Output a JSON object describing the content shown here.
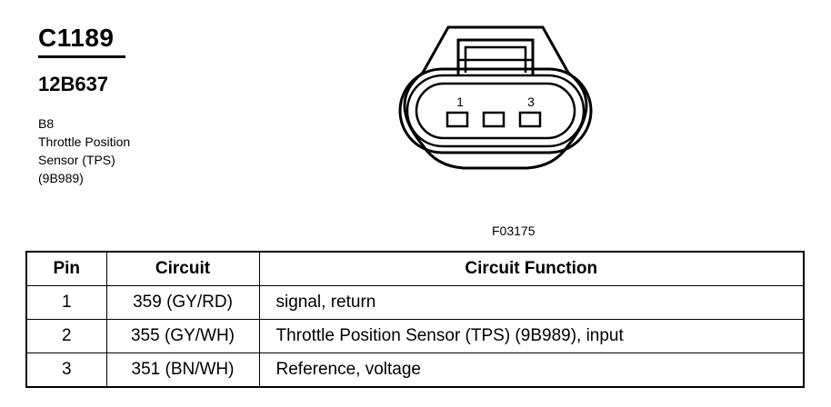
{
  "header": {
    "connector_id": "C1189",
    "part_number": "12B637",
    "description": [
      "B8",
      "Throttle Position",
      "Sensor (TPS)",
      "(9B989)"
    ]
  },
  "connector_view": {
    "pin_labels": [
      "1",
      "3"
    ],
    "figure_id": "F03175"
  },
  "pin_table": {
    "columns": [
      "Pin",
      "Circuit",
      "Circuit Function"
    ],
    "rows": [
      [
        "1",
        "359 (GY/RD)",
        "signal, return"
      ],
      [
        "2",
        "355 (GY/WH)",
        "Throttle Position Sensor (TPS) (9B989), input"
      ],
      [
        "3",
        "351 (BN/WH)",
        "Reference, voltage"
      ]
    ]
  }
}
